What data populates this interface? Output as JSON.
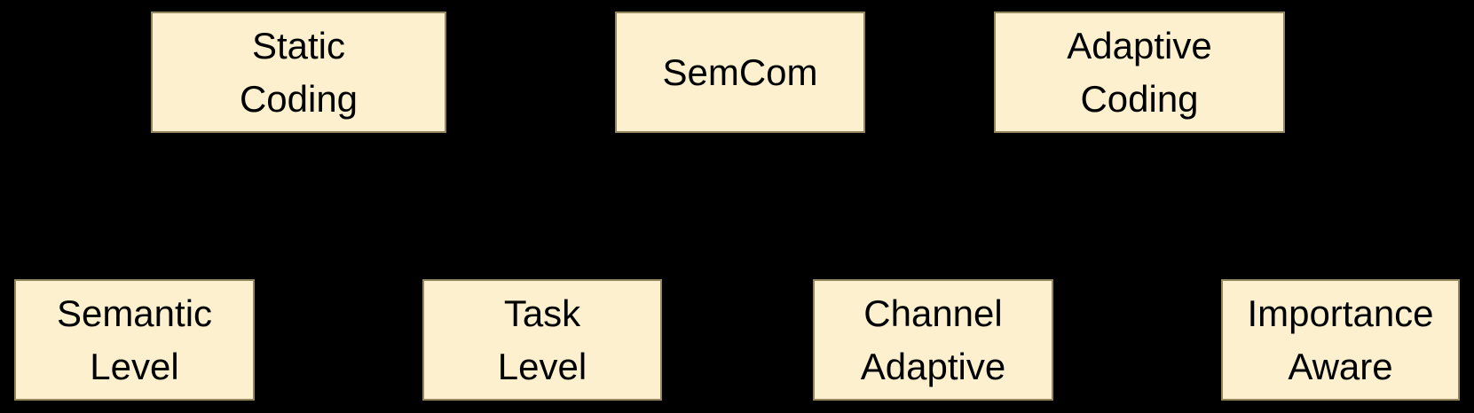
{
  "diagram": {
    "colors": {
      "background": "#000000",
      "node_fill": "#fcf0cf",
      "node_border": "#94875f",
      "node_text": "#000000"
    },
    "nodes": {
      "static_coding": {
        "line1": "Static",
        "line2": "Coding"
      },
      "semcom": {
        "line1": "SemCom",
        "line2": ""
      },
      "adaptive_coding": {
        "line1": "Adaptive",
        "line2": "Coding"
      },
      "semantic_level": {
        "line1": "Semantic",
        "line2": "Level"
      },
      "task_level": {
        "line1": "Task",
        "line2": "Level"
      },
      "channel_adaptive": {
        "line1": "Channel",
        "line2": "Adaptive"
      },
      "importance_aware": {
        "line1": "Importance",
        "line2": "Aware"
      }
    }
  }
}
